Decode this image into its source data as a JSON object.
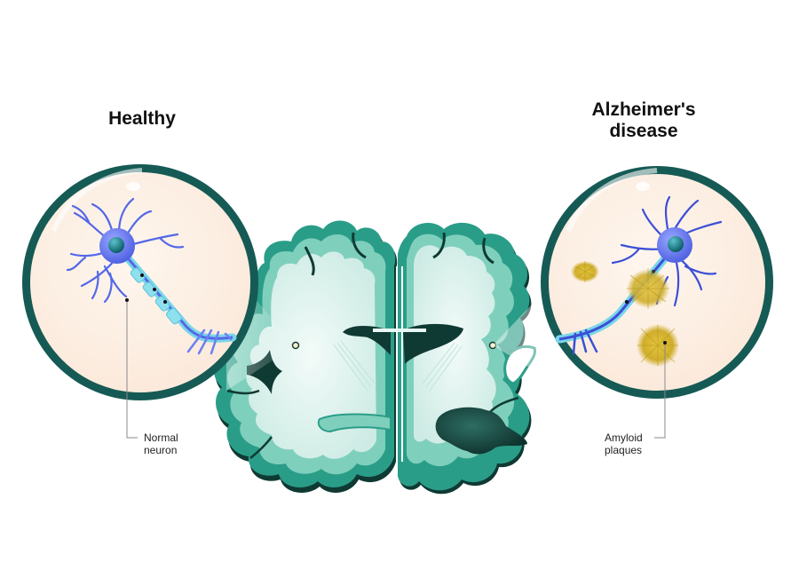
{
  "titles": {
    "healthy": "Healthy",
    "alzheimers_line1": "Alzheimer's",
    "alzheimers_line2": "disease"
  },
  "labels": {
    "normal_neuron_line1": "Normal",
    "normal_neuron_line2": "neuron",
    "amyloid_line1": "Amyloid",
    "amyloid_line2": "plaques"
  },
  "colors": {
    "ring": "#165a55",
    "lens_bg": "#fdf0e4",
    "neuron": "#4a5fe0",
    "neuron_light": "#8a9af0",
    "nucleus": "#0d7b86",
    "myelin": "#8fe0ee",
    "plaque": "#d4b22a",
    "brain_outer": "#2a9d88",
    "brain_cortex": "#7fcfbd",
    "brain_white": "#dff3ef",
    "brain_shadow": "#0f3a33",
    "ventricle": "#123f38",
    "leader": "#8a8a8a"
  }
}
